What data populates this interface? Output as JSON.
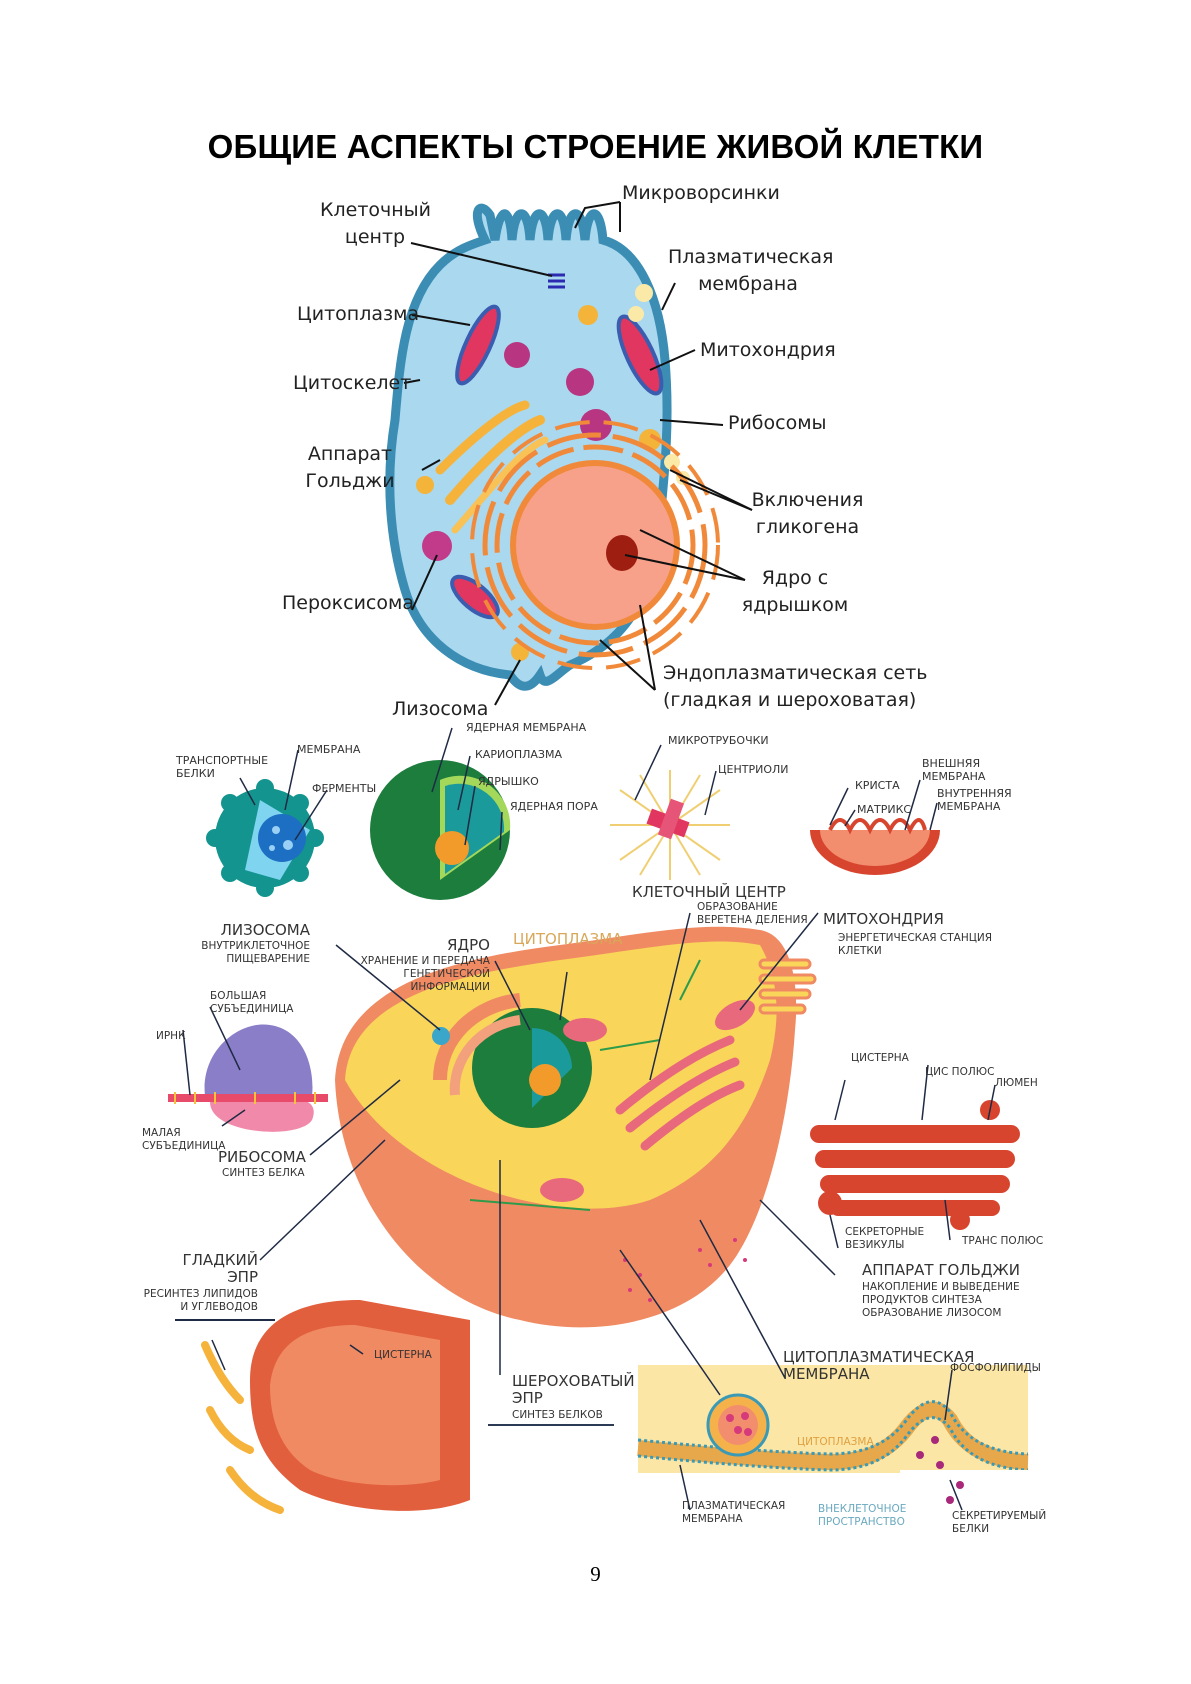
{
  "title": "ОБЩИЕ АСПЕКТЫ СТРОЕНИЕ ЖИВОЙ КЛЕТКИ",
  "page_number": "9",
  "animal_cell": {
    "labels": {
      "microvilli": "Микроворсинки",
      "cell_center_1": "Клеточный",
      "cell_center_2": "центр",
      "plasma_membrane_1": "Плазматическая",
      "plasma_membrane_2": "мембрана",
      "cytoplasm": "Цитоплазма",
      "mitochondria": "Митохондрия",
      "cytoskeleton": "Цитоскелет",
      "ribosomes": "Рибосомы",
      "golgi_1": "Аппарат",
      "golgi_2": "Гольджи",
      "glycogen_1": "Включения",
      "glycogen_2": "гликогена",
      "nucleus_1": "Ядро с",
      "nucleus_2": "ядрышком",
      "peroxisome": "Пероксисома",
      "er_1": "Эндоплазматическая сеть",
      "er_2": "(гладкая и шероховатая)",
      "lysosome": "Лизосома"
    }
  },
  "organelles": {
    "lysosome": {
      "transport_proteins_1": "ТРАНСПОРТНЫЕ",
      "transport_proteins_2": "БЕЛКИ",
      "membrane": "МЕМБРАНА",
      "enzymes": "ФЕРМЕНТЫ",
      "title": "ЛИЗОСОМА",
      "desc_1": "ВНУТРИКЛЕТОЧНОЕ",
      "desc_2": "ПИЩЕВАРЕНИЕ"
    },
    "nucleus": {
      "nuclear_membrane": "ЯДЕРНАЯ МЕМБРАНА",
      "karyoplasm": "КАРИОПЛАЗМА",
      "nucleolus": "ЯДРЫШКО",
      "nuclear_pore": "ЯДЕРНАЯ ПОРА",
      "title": "ЯДРО",
      "desc_1": "ХРАНЕНИЕ И ПЕРЕДАЧА",
      "desc_2": "ГЕНЕТИЧЕСКОЙ",
      "desc_3": "ИНФОРМАЦИИ"
    },
    "cell_center": {
      "microtubules": "МИКРОТРУБОЧКИ",
      "centrioles": "ЦЕНТРИОЛИ",
      "title": "КЛЕТОЧНЫЙ ЦЕНТР",
      "desc_1": "ОБРАЗОВАНИЕ",
      "desc_2": "ВЕРЕТЕНА ДЕЛЕНИЯ"
    },
    "mitochondria": {
      "crista": "КРИСТА",
      "matrix": "МАТРИКС",
      "outer_1": "ВНЕШНЯЯ",
      "outer_2": "МЕМБРАНА",
      "inner_1": "ВНУТРЕННЯЯ",
      "inner_2": "МЕМБРАНА",
      "title": "МИТОХОНДРИЯ",
      "desc_1": "ЭНЕРГЕТИЧЕСКАЯ СТАНЦИЯ",
      "desc_2": "КЛЕТКИ"
    },
    "cytoplasm": {
      "title": "ЦИТОПЛАЗМА"
    },
    "ribosome": {
      "large_1": "БОЛЬШАЯ",
      "large_2": "СУБЪЕДИНИЦА",
      "mrna": "иРНК",
      "small_1": "МАЛАЯ",
      "small_2": "СУБЪЕДИНИЦА",
      "title": "РИБОСОМА",
      "desc": "СИНТЕЗ БЕЛКА"
    },
    "golgi": {
      "cisterna": "ЦИСТЕРНА",
      "cis": "ЦИС ПОЛЮС",
      "lumen": "ЛЮМЕН",
      "vesicles_1": "СЕКРЕТОРНЫЕ",
      "vesicles_2": "ВЕЗИКУЛЫ",
      "trans": "ТРАНС ПОЛЮС",
      "title": "АППАРАТ ГОЛЬДЖИ",
      "desc_1": "НАКОПЛЕНИЕ И ВЫВЕДЕНИЕ",
      "desc_2": "ПРОДУКТОВ СИНТЕЗА",
      "desc_3": "ОБРАЗОВАНИЕ ЛИЗОСОМ"
    },
    "smooth_er": {
      "title_1": "ГЛАДКИЙ",
      "title_2": "ЭПР",
      "desc_1": "РЕСИНТЕЗ ЛИПИДОВ",
      "desc_2": "И УГЛЕВОДОВ",
      "cisterna": "ЦИСТЕРНА"
    },
    "rough_er": {
      "title_1": "ШЕРОХОВАТЫЙ",
      "title_2": "ЭПР",
      "desc": "СИНТЕЗ БЕЛКОВ"
    },
    "cytoplasmic_membrane": {
      "title_1": "ЦИТОПЛАЗМАТИЧЕСКАЯ",
      "title_2": "МЕМБРАНА",
      "phospholipids": "ФОСФОЛИПИДЫ",
      "cytoplasm": "ЦИТОПЛАЗМА",
      "plasma_1": "ПЛАЗМАТИЧЕСКАЯ",
      "plasma_2": "МЕМБРАНА",
      "extracellular_1": "ВНЕКЛЕТОЧНОЕ",
      "extracellular_2": "ПРОСТРАНСТВО",
      "secreted_1": "СЕКРЕТИРУЕМЫЙ",
      "secreted_2": "БЕЛКИ"
    }
  },
  "colors": {
    "cell_fill": "#a9d8ef",
    "cell_border": "#3b8db4",
    "nucleus": "#f7a08a",
    "er": "#f08a3a",
    "mito": "#e0365f",
    "golgi": "#f6b33c",
    "cytoplasm_yellow": "#f9d55a",
    "cell_orange": "#f08a62"
  }
}
